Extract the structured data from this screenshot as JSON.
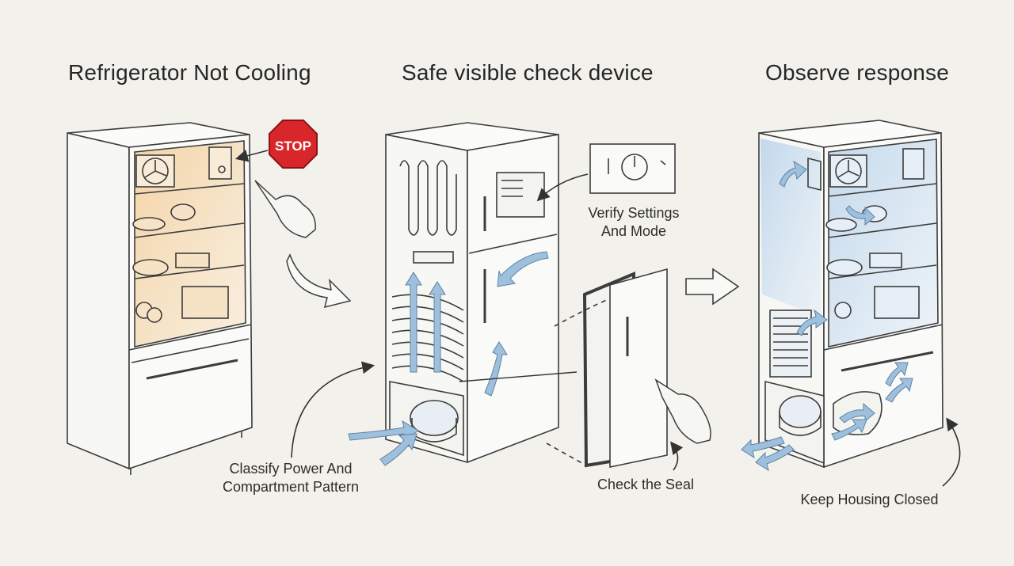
{
  "panels": [
    {
      "title": "Refrigerator Not Cooling"
    },
    {
      "title": "Safe visible check device"
    },
    {
      "title": "Observe response"
    }
  ],
  "stop_sign": {
    "text": "STOP",
    "color": "#d8262b"
  },
  "labels": {
    "verify_settings": [
      "Verify Settings",
      "And Mode"
    ],
    "classify_power": [
      "Classify Power And",
      "Compartment Pattern"
    ],
    "check_seal": "Check the Seal",
    "keep_housing": "Keep Housing Closed"
  },
  "colors": {
    "warm_glow": "#f0c58a",
    "cool_air": "#8fb4d6",
    "line": "#444444",
    "background": "#f2f1ec"
  },
  "icons": [
    "fan-icon",
    "thermostat-dial-icon",
    "hand-icon",
    "arrow-icon",
    "compressor-icon",
    "coil-icon"
  ]
}
